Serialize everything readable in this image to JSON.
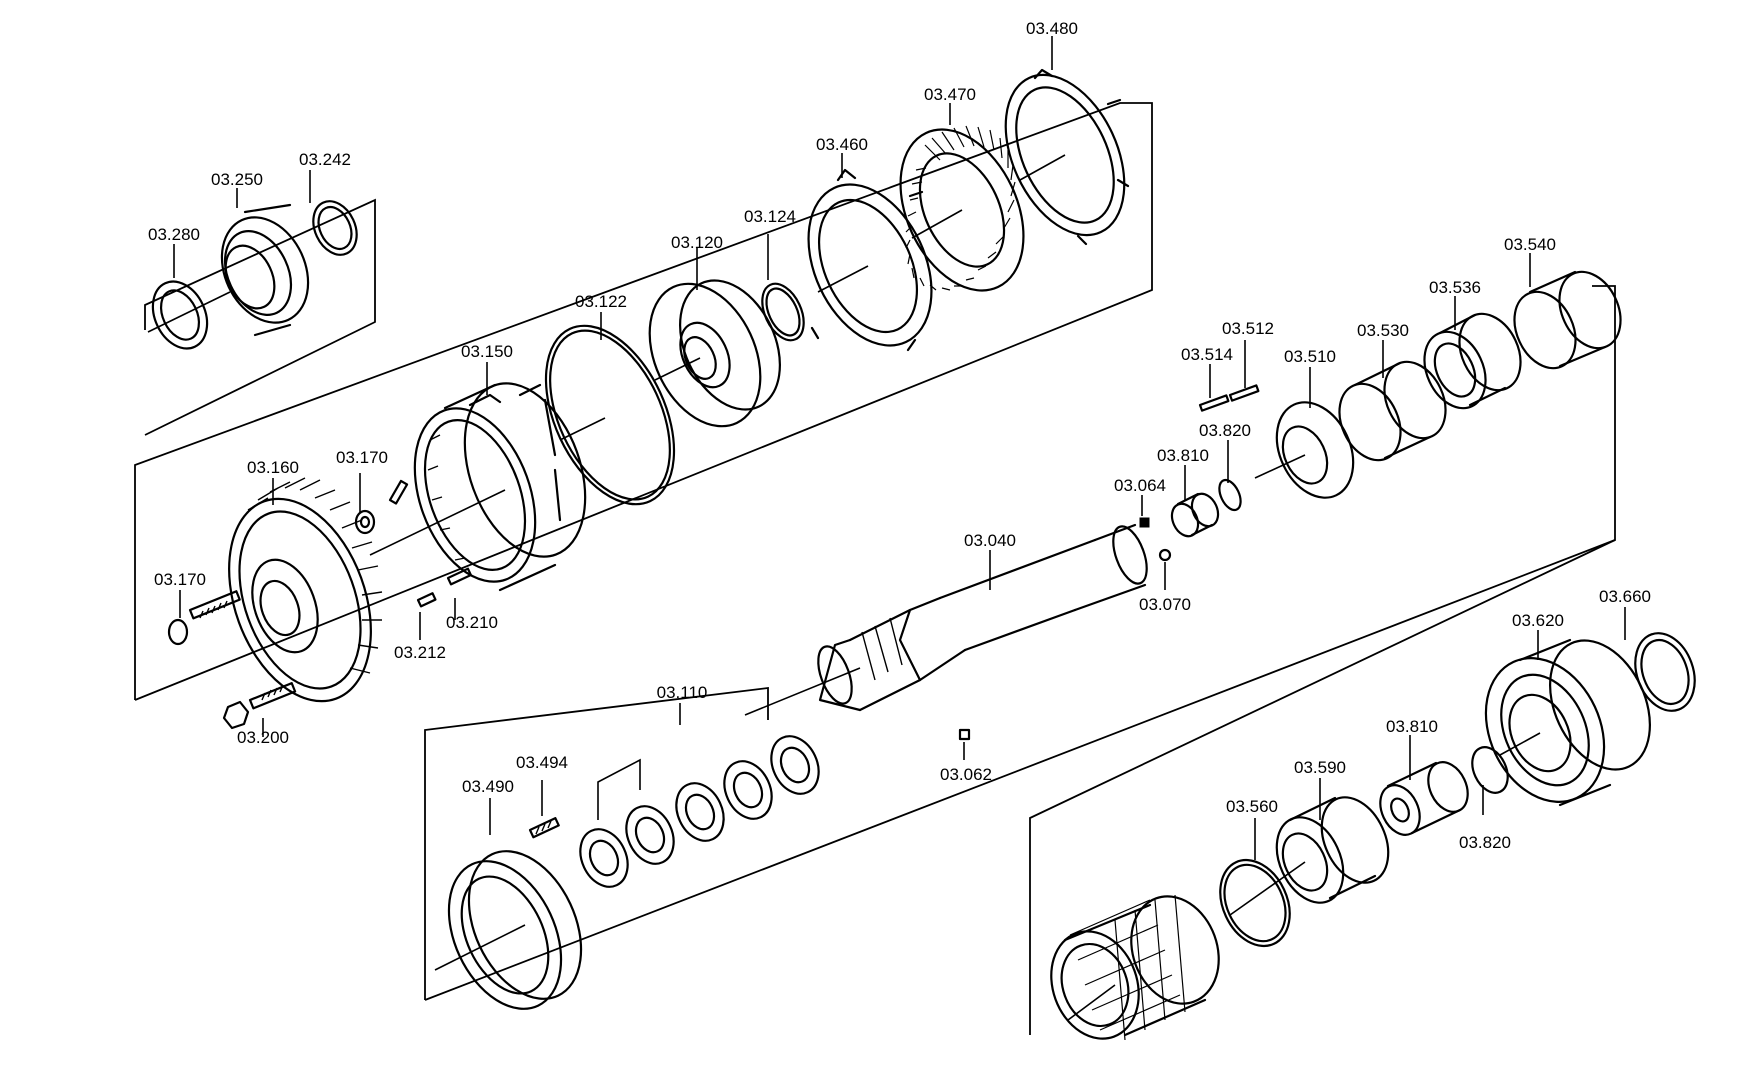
{
  "labels": {
    "p480": "03.480",
    "p470": "03.470",
    "p460": "03.460",
    "p124": "03.124",
    "p120": "03.120",
    "p122": "03.122",
    "p150": "03.150",
    "p250": "03.250",
    "p242": "03.242",
    "p280": "03.280",
    "p160": "03.160",
    "p170a": "03.170",
    "p170b": "03.170",
    "p210": "03.210",
    "p212": "03.212",
    "p200": "03.200",
    "p540": "03.540",
    "p536": "03.536",
    "p530": "03.530",
    "p512": "03.512",
    "p514": "03.514",
    "p510": "03.510",
    "p820a": "03.820",
    "p810a": "03.810",
    "p064": "03.064",
    "p040": "03.040",
    "p070": "03.070",
    "p110": "03.110",
    "p494": "03.494",
    "p490": "03.490",
    "p062": "03.062",
    "p660": "03.660",
    "p620": "03.620",
    "p810b": "03.810",
    "p590": "03.590",
    "p560": "03.560",
    "p820b": "03.820"
  }
}
